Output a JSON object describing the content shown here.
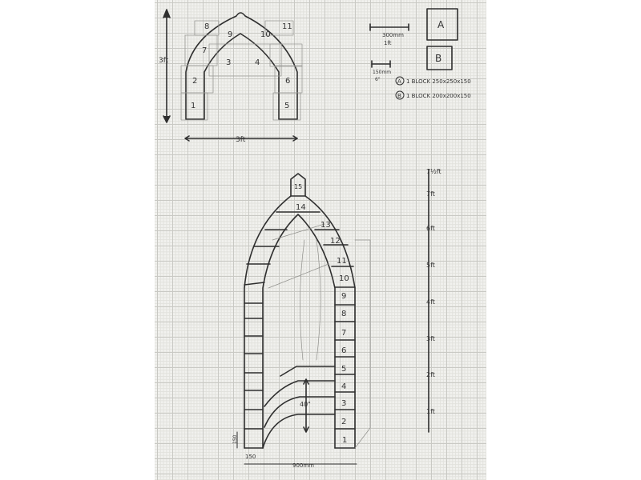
{
  "sheet": {
    "type": "hand-drawn sketch on grid paper",
    "paper_color": "#f1f1ee",
    "line_color": "#2f2f2f"
  },
  "elevation_small": {
    "height_label": "3ft",
    "width_label": "3ft",
    "block_numbers": [
      "1",
      "2",
      "3",
      "4",
      "5",
      "6",
      "7",
      "8",
      "9",
      "10",
      "11"
    ]
  },
  "scale": {
    "bar_300_label": "300mm",
    "bar_300_imperial": "1ft",
    "bar_150_label": "150mm",
    "bar_150_imperial": "6\""
  },
  "legend": {
    "block_a_label": "A",
    "block_b_label": "B",
    "items": [
      {
        "marker": "A",
        "text": "1 BLOCK 250x250x150"
      },
      {
        "marker": "B",
        "text": "1 BLOCK 200x200x150"
      }
    ]
  },
  "elevation_large": {
    "block_numbers": [
      "1",
      "2",
      "3",
      "4",
      "5",
      "6",
      "7",
      "8",
      "9",
      "10",
      "11",
      "12",
      "13",
      "14",
      "15"
    ],
    "inner_dim_label": "40\"",
    "base_width_label": "150",
    "base_height_label": "150",
    "span_label": "900mm"
  },
  "height_scale": {
    "ticks": [
      "1ft",
      "2ft",
      "3ft",
      "4ft",
      "5ft",
      "6ft",
      "7ft",
      "7½ft"
    ]
  }
}
